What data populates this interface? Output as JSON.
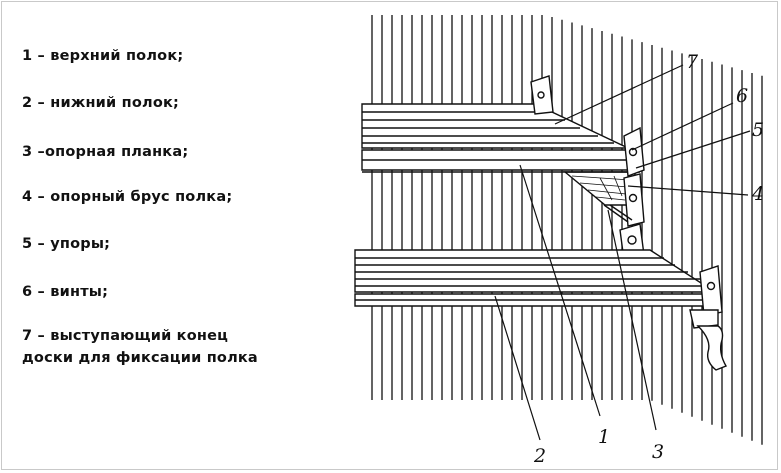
{
  "legend": [
    {
      "text": "1 – верхний полок;"
    },
    {
      "text": "2 – нижний полок;"
    },
    {
      "text": "3 –опорная планка;"
    },
    {
      "text": "4 – опорный брус полка;"
    },
    {
      "text": "5 – упоры;"
    },
    {
      "text": "6 – винты;"
    },
    {
      "text": "7 – выступающий конец",
      "text2": "доски для фиксации полка"
    }
  ],
  "callouts": [
    "1",
    "2",
    "3",
    "4",
    "5",
    "6",
    "7"
  ],
  "colors": {
    "ink": "#111111",
    "wood": "#ffffff",
    "frame": "#c9c9c9"
  }
}
